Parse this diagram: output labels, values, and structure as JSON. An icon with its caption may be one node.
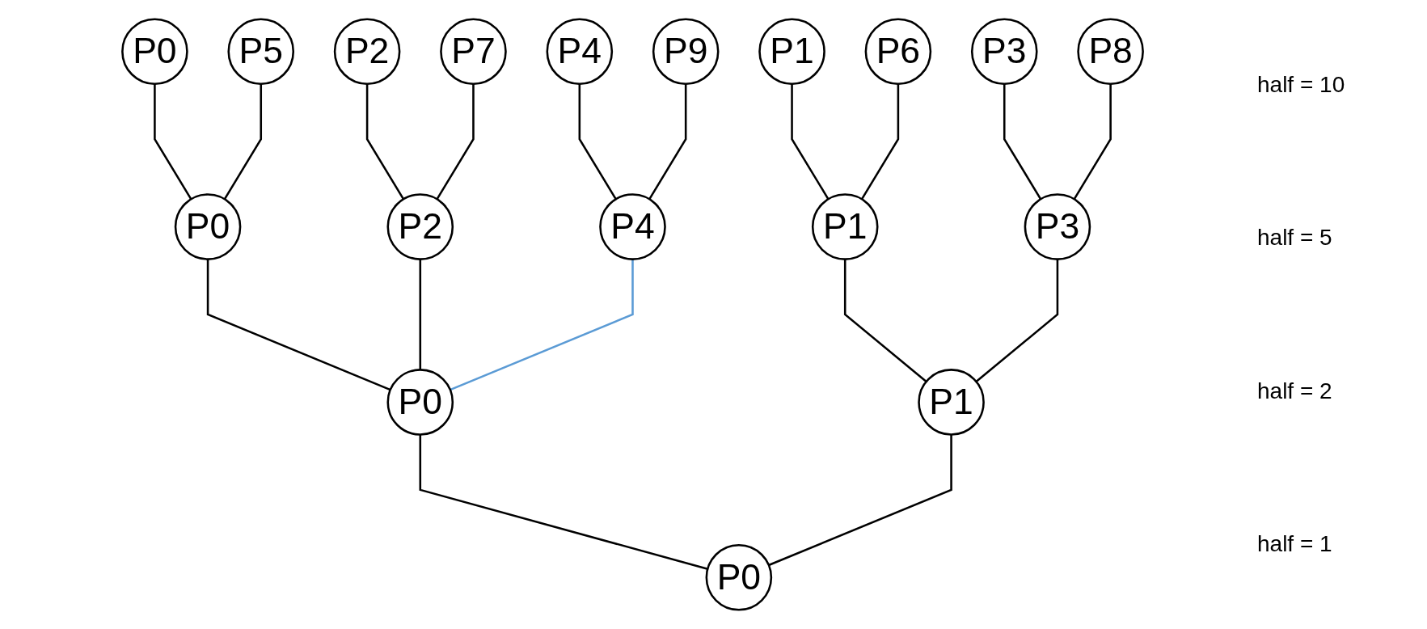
{
  "diagram": {
    "nodes": [
      {
        "text": [
          "P0"
        ]
      },
      {
        "text": [
          "P1"
        ]
      },
      {
        "text": [
          "P2"
        ]
      },
      {
        "text": [
          "P3"
        ]
      },
      {
        "text": [
          "P4"
        ]
      },
      {
        "text": [
          "P5"
        ]
      },
      {
        "text": [
          "P6"
        ]
      },
      {
        "text": [
          "P7"
        ]
      },
      {
        "text": [
          "P8"
        ]
      },
      {
        "text": [
          "P9"
        ]
      },
      {
        "text": [
          "P0"
        ]
      },
      {
        "text": [
          "P1"
        ]
      },
      {
        "text": [
          "P2"
        ]
      },
      {
        "text": [
          "P3"
        ]
      },
      {
        "text": [
          "P4"
        ]
      },
      {
        "text": [
          "P0"
        ]
      },
      {
        "text": [
          "P1"
        ]
      },
      {
        "text": [
          "P0"
        ]
      }
    ],
    "edges": [
      {
        "from": 0,
        "to": 10,
        "arrow": "none"
      },
      {
        "from": 1,
        "to": 11,
        "arrow": "none"
      },
      {
        "from": 2,
        "to": 12,
        "arrow": "none"
      },
      {
        "from": 3,
        "to": 13,
        "arrow": "none"
      },
      {
        "from": 4,
        "to": 14,
        "arrow": "none"
      },
      {
        "from": 5,
        "to": 10,
        "arrow": "none"
      },
      {
        "from": 6,
        "to": 11,
        "arrow": "none"
      },
      {
        "from": 7,
        "to": 12,
        "arrow": "none"
      },
      {
        "from": 8,
        "to": 13,
        "arrow": "none"
      },
      {
        "from": 9,
        "to": 14,
        "arrow": "none"
      },
      {
        "from": 10,
        "to": 15,
        "arrow": "none"
      },
      {
        "from": 11,
        "to": 16,
        "arrow": "none"
      },
      {
        "from": 12,
        "to": 15,
        "arrow": "none"
      },
      {
        "from": 13,
        "to": 16,
        "arrow": "none"
      },
      {
        "from": 14,
        "to": 15,
        "arrow": "none",
        "color": "#5b9bd5"
      },
      {
        "from": 15,
        "to": 17,
        "arrow": "none"
      },
      {
        "from": 16,
        "to": 17,
        "arrow": "none"
      }
    ],
    "labels": [
      "half = 10",
      "half = 5",
      "half = 2",
      "half = 1"
    ]
  }
}
